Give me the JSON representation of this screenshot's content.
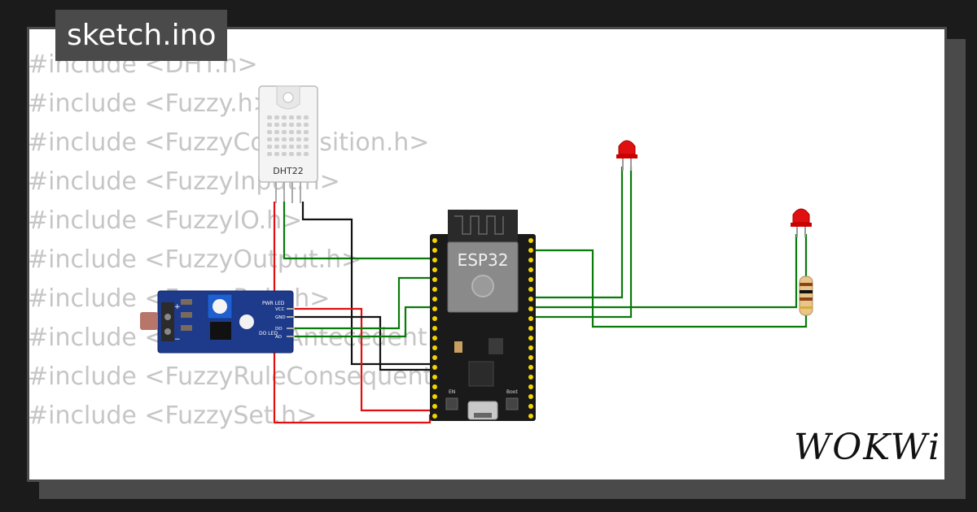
{
  "tab": {
    "filename": "sketch.ino"
  },
  "code": {
    "lines": [
      "#include <DHT.h>",
      "#include <Fuzzy.h>",
      "#include <FuzzyComposition.h>",
      "#include <FuzzyInput.h>",
      "#include <FuzzyIO.h>",
      "#include <FuzzyOutput.h>",
      "#include <FuzzyRule.h>",
      "#include <FuzzyRuleAntecedent.h>",
      "#include <FuzzyRuleConsequent.h>",
      "#include <FuzzySet.h>"
    ]
  },
  "components": {
    "dht": {
      "label": "DHT22"
    },
    "esp32": {
      "label": "ESP32",
      "button_en": "EN",
      "button_boot": "Boot"
    },
    "sensor_module": {
      "pins": [
        "VCC",
        "GND",
        "DO",
        "AO"
      ],
      "led_pwr": "PWR LED",
      "led_do": "DO LED"
    }
  },
  "logo": {
    "text": "WOKWi"
  },
  "colors": {
    "wire_green": "#0a7a0a",
    "wire_red": "#e01010",
    "wire_black": "#111111",
    "led_red": "#e01010",
    "board_black": "#1a1a1a",
    "module_blue": "#1e3a8a"
  }
}
